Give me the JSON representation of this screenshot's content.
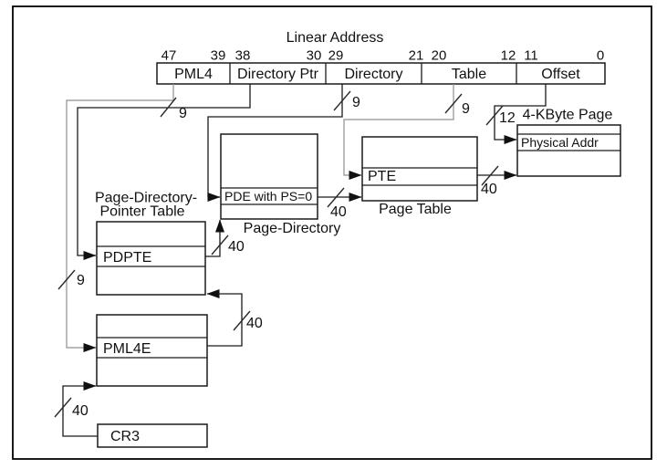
{
  "figure": {
    "title": "Linear Address",
    "bit_labels": [
      "47",
      "39",
      "38",
      "30",
      "29",
      "21",
      "20",
      "12",
      "11",
      "0"
    ],
    "fields": [
      "PML4",
      "Directory Ptr",
      "Directory",
      "Table",
      "Offset"
    ],
    "entries": {
      "pdpte": "PDPTE",
      "pml4e": "PML4E",
      "cr3": "CR3",
      "pde": "PDE with PS=0",
      "pte": "PTE",
      "physical_addr": "Physical Addr"
    },
    "captions": {
      "pdpt_line1": "Page-Directory-",
      "pdpt_line2": "Pointer Table",
      "page_directory": "Page-Directory",
      "page_table": "Page Table",
      "page": "4-KByte Page"
    },
    "bus_widths": {
      "index_bits": "9",
      "offset_bits": "12",
      "address_bits": "40"
    },
    "colors": {
      "line": "#1a1a1a",
      "line_light": "#8f8f8f",
      "background": "#ffffff"
    }
  }
}
